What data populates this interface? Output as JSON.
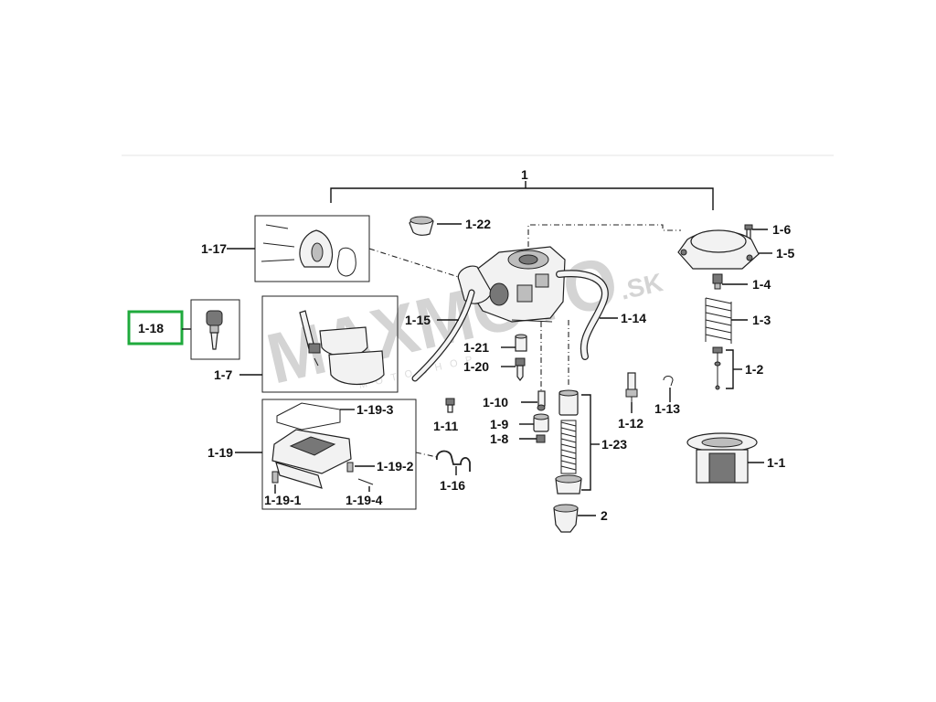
{
  "watermark": {
    "main": "MAXMOTO",
    "suffix": ".SK",
    "sub": "MOTOSHOP"
  },
  "labels": {
    "l1": "1",
    "l1_1": "1-1",
    "l1_2": "1-2",
    "l1_3": "1-3",
    "l1_4": "1-4",
    "l1_5": "1-5",
    "l1_6": "1-6",
    "l1_7": "1-7",
    "l1_8": "1-8",
    "l1_9": "1-9",
    "l1_10": "1-10",
    "l1_11": "1-11",
    "l1_12": "1-12",
    "l1_13": "1-13",
    "l1_14": "1-14",
    "l1_15": "1-15",
    "l1_16": "1-16",
    "l1_17": "1-17",
    "l1_18": "1-18",
    "l1_19": "1-19",
    "l1_19_1": "1-19-1",
    "l1_19_2": "1-19-2",
    "l1_19_3": "1-19-3",
    "l1_19_4": "1-19-4",
    "l1_20": "1-20",
    "l1_21": "1-21",
    "l1_22": "1-22",
    "l1_23": "1-23",
    "l2": "2"
  },
  "highlight": {
    "part": "1-18",
    "color": "#1faa3c"
  }
}
